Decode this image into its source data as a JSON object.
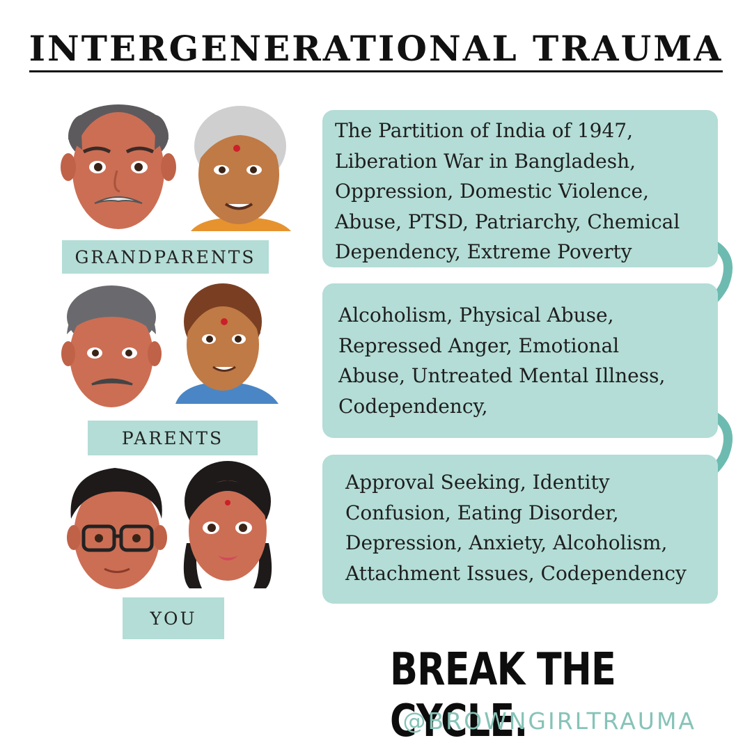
{
  "title": "INTERGENERATIONAL TRAUMA",
  "generations": [
    {
      "label": "GRANDPARENTS",
      "lines": [
        "The Partition of India of 1947,",
        "Liberation War in Bangladesh,",
        "Oppression, Domestic Violence,",
        "Abuse, PTSD, Patriarchy, Chemical",
        "Dependency,  Extreme Poverty"
      ]
    },
    {
      "label": "PARENTS",
      "lines": [
        "Alcoholism, Physical Abuse,",
        "Repressed Anger, Emotional",
        "Abuse, Untreated Mental Illness,",
        "Codependency,"
      ]
    },
    {
      "label": "YOU",
      "lines": [
        "Approval Seeking, Identity",
        "Confusion, Eating Disorder,",
        "Depression, Anxiety, Alcoholism,",
        "Attachment Issues, Codependency"
      ]
    }
  ],
  "cta": "BREAK THE CYCLE.",
  "handle": "@BROWNGIRLTRAUMA",
  "colors": {
    "accent": "#b3ddd6",
    "arrow": "#6dbbb0",
    "handle": "#86c3b8",
    "text": "#111111"
  },
  "icons": [
    "grandfather-face-icon",
    "grandmother-face-icon",
    "father-face-icon",
    "mother-face-icon",
    "boy-face-icon",
    "girl-face-icon",
    "curved-arrow-icon"
  ]
}
